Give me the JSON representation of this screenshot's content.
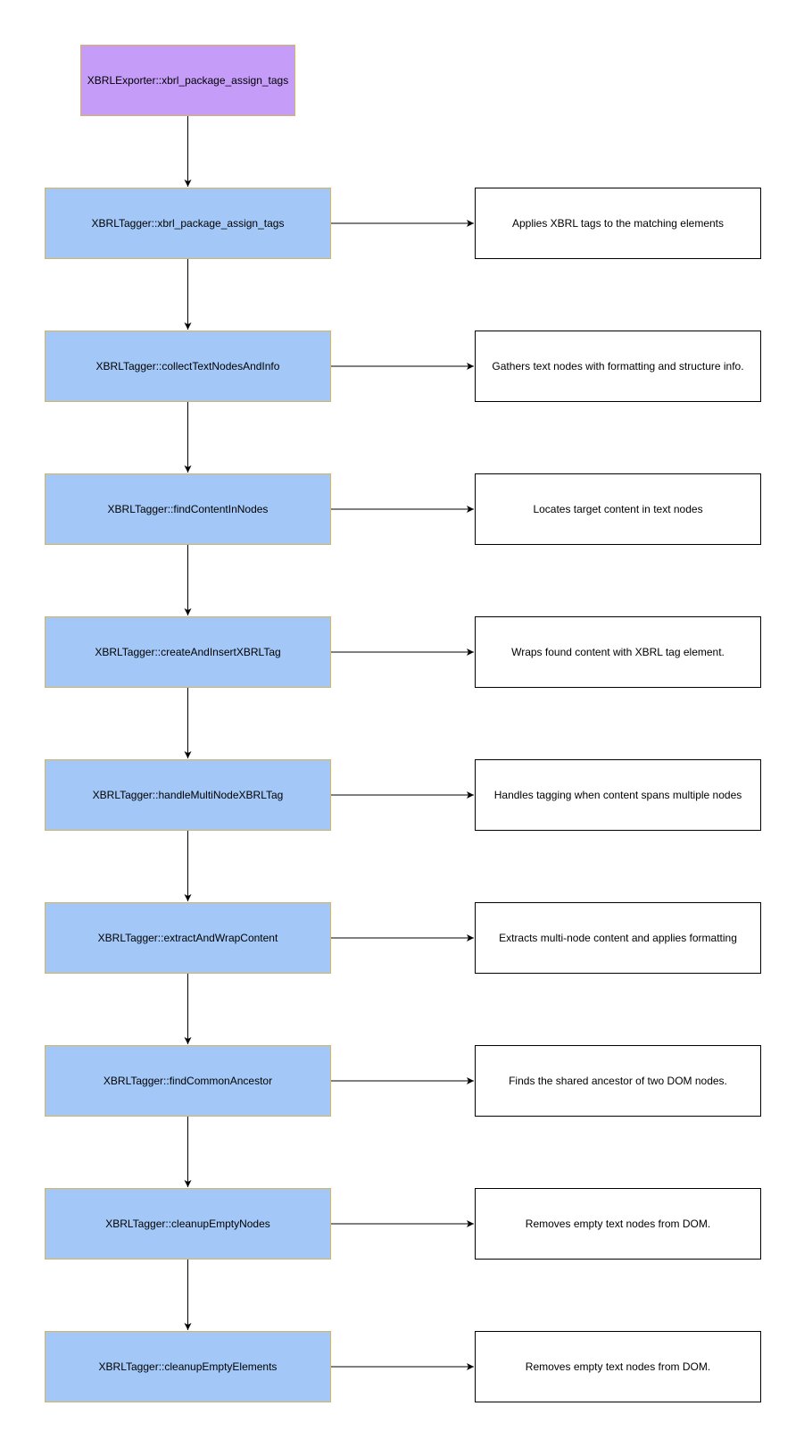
{
  "diagram": {
    "root": {
      "label": "XBRLExporter::xbrl_package_assign_tags",
      "fill": "#c59cf8",
      "stroke": "#d6b656"
    },
    "steps": [
      {
        "label": "XBRLTagger::xbrl_package_assign_tags",
        "description": "Applies XBRL tags to the matching elements"
      },
      {
        "label": "XBRLTagger::collectTextNodesAndInfo",
        "description": "Gathers text nodes with formatting and structure info."
      },
      {
        "label": "XBRLTagger::findContentInNodes",
        "description": "Locates target content in text nodes"
      },
      {
        "label": "XBRLTagger::createAndInsertXBRLTag",
        "description": "Wraps found content with XBRL tag element."
      },
      {
        "label": "XBRLTagger::handleMultiNodeXBRLTag",
        "description": "Handles tagging when content spans multiple nodes"
      },
      {
        "label": "XBRLTagger::extractAndWrapContent",
        "description": "Extracts multi-node content and applies formatting"
      },
      {
        "label": "XBRLTagger::findCommonAncestor",
        "description": "Finds the shared ancestor of two DOM nodes."
      },
      {
        "label": "XBRLTagger::cleanupEmptyNodes",
        "description": "Removes empty text nodes from DOM."
      },
      {
        "label": "XBRLTagger::cleanupEmptyElements",
        "description": "Removes empty text nodes from DOM."
      }
    ],
    "colors": {
      "function_fill": "#a3c8f8",
      "function_stroke": "#d6b656",
      "description_fill": "#ffffff",
      "description_stroke": "#000000",
      "edge": "#000000"
    }
  }
}
